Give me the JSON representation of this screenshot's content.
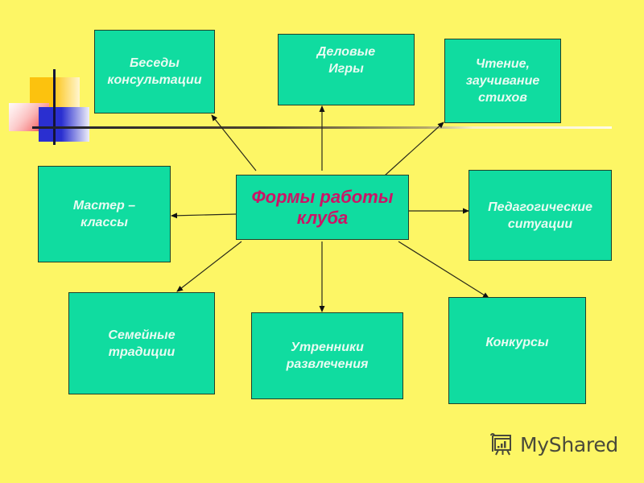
{
  "diagram": {
    "type": "radial-mind-map",
    "background_color": "#fdf665",
    "box_color": "#10dca0",
    "center": {
      "id": "center",
      "label": "Формы работы\nклуба",
      "text_color": "#cc1366"
    },
    "nodes": [
      {
        "id": "besedy",
        "label": "Беседы\nконсультации"
      },
      {
        "id": "delovye",
        "label": "Деловые\nИгры"
      },
      {
        "id": "chtenie",
        "label": "Чтение,\nзаучивание\nстихов"
      },
      {
        "id": "master",
        "label": "Мастер –\nклассы"
      },
      {
        "id": "pedagog",
        "label": "Педагогические\nситуации"
      },
      {
        "id": "semeinye",
        "label": "Семейные\nтрадиции"
      },
      {
        "id": "utrenniki",
        "label": "Утренники\nразвлечения"
      },
      {
        "id": "konkursy",
        "label": "Конкурсы"
      }
    ],
    "edges": [
      {
        "from": "center",
        "to": "besedy"
      },
      {
        "from": "center",
        "to": "delovye"
      },
      {
        "from": "center",
        "to": "chtenie"
      },
      {
        "from": "center",
        "to": "master"
      },
      {
        "from": "center",
        "to": "pedagog"
      },
      {
        "from": "center",
        "to": "semeinye"
      },
      {
        "from": "center",
        "to": "utrenniki"
      },
      {
        "from": "center",
        "to": "konkursy"
      }
    ]
  },
  "watermark": {
    "text": "MyShared"
  }
}
